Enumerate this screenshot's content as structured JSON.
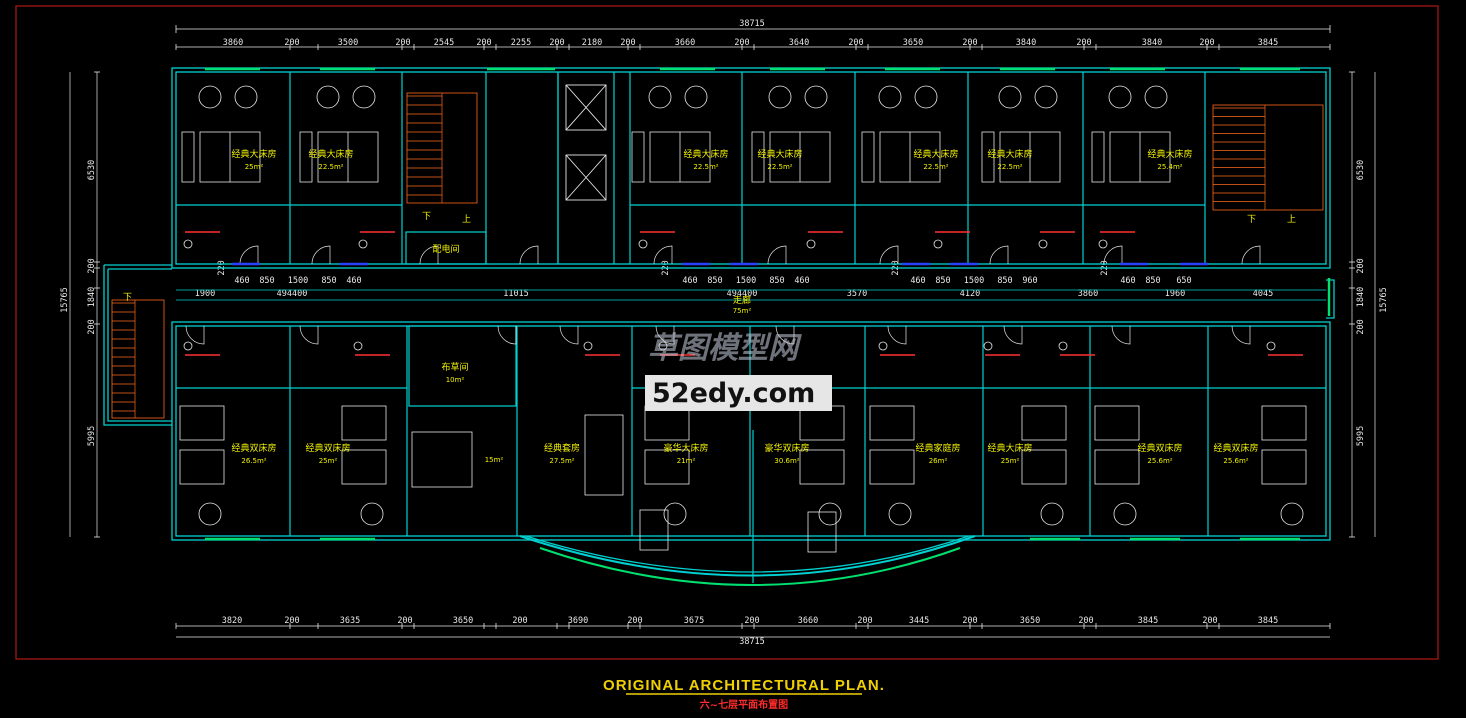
{
  "dimensions": {
    "total_top": "38715",
    "total_bottom": "38715",
    "top": [
      "3860",
      "200",
      "3500",
      "200",
      "2545",
      "200",
      "2255",
      "200",
      "2180",
      "200",
      "3660",
      "200",
      "3640",
      "200",
      "3650",
      "200",
      "3840",
      "200",
      "3840",
      "200",
      "3845"
    ],
    "bottom": [
      "3820",
      "200",
      "3635",
      "200",
      "3650",
      "200",
      "3690",
      "200",
      "3675",
      "200",
      "3660",
      "200",
      "3445",
      "200",
      "3650",
      "200",
      "3845",
      "200",
      "3845"
    ],
    "left": [
      "6530",
      "200",
      "1840",
      "200",
      "5995"
    ],
    "left_total": "15765",
    "right": [
      "6530",
      "200",
      "1840",
      "200",
      "5995"
    ],
    "right_total": "15765",
    "corridor_upper_groups": [
      [
        "460",
        "850",
        "1500",
        "850",
        "460"
      ],
      [
        "460",
        "850",
        "1500",
        "850",
        "460"
      ],
      [
        "460",
        "850",
        "1500",
        "850",
        "960"
      ],
      [
        "460",
        "850",
        "650"
      ]
    ],
    "corridor_extra": [
      "220",
      "220",
      "220",
      "220"
    ],
    "corridor_lower": [
      "1900",
      "494400",
      "11015",
      "494400",
      "3570",
      "4120",
      "3860",
      "1960",
      "4045"
    ]
  },
  "rooms_upper": [
    {
      "name": "经典大床房",
      "area": "25m²"
    },
    {
      "name": "经典大床房",
      "area": "22.5m²"
    },
    {
      "name": "配电间",
      "area": ""
    },
    {
      "name": "经典大床房",
      "area": "22.5m²"
    },
    {
      "name": "经典大床房",
      "area": "22.5m²"
    },
    {
      "name": "经典大床房",
      "area": "22.5m²"
    },
    {
      "name": "经典大床房",
      "area": "22.5m²"
    },
    {
      "name": "经典大床房",
      "area": "25.4m²"
    }
  ],
  "rooms_lower": [
    {
      "name": "经典双床房",
      "area": "26.5m²"
    },
    {
      "name": "经典双床房",
      "area": "25m²"
    },
    {
      "name": "布草间",
      "area": "10m²"
    },
    {
      "name": "",
      "area": "15m²"
    },
    {
      "name": "经典套房",
      "area": "27.5m²"
    },
    {
      "name": "豪华大床房",
      "area": "21m²"
    },
    {
      "name": "豪华双床房",
      "area": "30.6m²"
    },
    {
      "name": "经典家庭房",
      "area": "26m²"
    },
    {
      "name": "经典大床房",
      "area": "25m²"
    },
    {
      "name": "经典双床房",
      "area": "25.6m²"
    },
    {
      "name": "经典双床房",
      "area": "25.6m²"
    }
  ],
  "corridor": {
    "name": "走廊",
    "area": "75m²"
  },
  "stair_labels": {
    "down": "下",
    "up": "上"
  },
  "watermark": {
    "line1": "草图模型网",
    "line2": "52edy.com"
  },
  "title": "ORIGINAL ARCHITECTURAL PLAN.",
  "subtitle": "六~七层平面布置图",
  "colors": {
    "background": "#000000",
    "walls": "#00d0d0",
    "windows": "#00e070",
    "furniture": "#e8e8e8",
    "doors": "#e8e8e8",
    "stairs": "#ff6a1a",
    "text": "#f0f000",
    "dim": "#e8e8e8",
    "title": "#f0d000",
    "subtitle": "#ff2a2a",
    "frame": "#b01818",
    "fixtures": "#ff3030"
  }
}
